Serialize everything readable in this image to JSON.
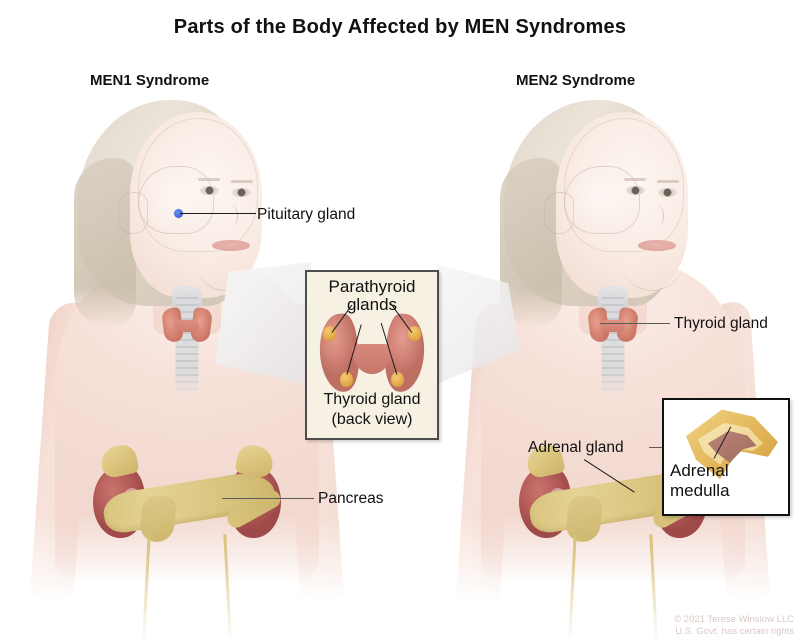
{
  "title": "Parts of the Body Affected by MEN Syndromes",
  "panels": [
    {
      "id": "men1",
      "title": "MEN1 Syndrome"
    },
    {
      "id": "men2",
      "title": "MEN2 Syndrome"
    }
  ],
  "labels": {
    "pituitary_gland": "Pituitary gland",
    "pancreas": "Pancreas",
    "thyroid_gland": "Thyroid gland",
    "adrenal_gland": "Adrenal gland"
  },
  "insets": {
    "thyroid_back_view": {
      "top_label": "Parathyroid\nglands",
      "top_label_line1": "Parathyroid",
      "top_label_line2": "glands",
      "bottom_label_line1": "Thyroid gland",
      "bottom_label_line2": "(back view)",
      "parathyroid_count": 4
    },
    "adrenal_cross_section": {
      "label_line1": "Adrenal",
      "label_line2": "medulla"
    }
  },
  "copyright": {
    "line1": "© 2021 Terese Winslow LLC",
    "line2": "U.S. Govt. has certain rights"
  },
  "colors": {
    "background": "#ffffff",
    "text": "#111111",
    "skin": "#f4ddd4",
    "hair": "#ded4c6",
    "thyroid": "#d4877a",
    "parathyroid": "#e0a845",
    "kidney": "#b85f5c",
    "pancreas": "#ddc67f",
    "adrenal_cortex": "#e8c069",
    "adrenal_medulla": "#ab7568",
    "pituitary_marker": "#3a63d8",
    "inset_thyroid_bg": "#f6f1e3",
    "inset_adrenal_bg": "#ffffff",
    "leader_line": "#1b1b1b",
    "copyright_text": "#d9c9c6"
  }
}
